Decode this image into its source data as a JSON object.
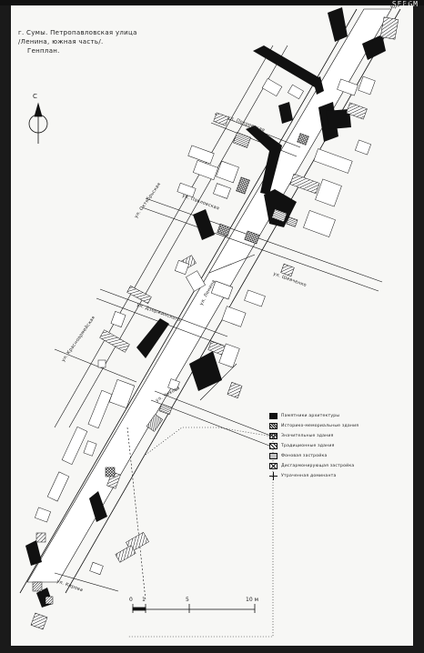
{
  "window": {
    "corner_logo": "SEEGM"
  },
  "title": {
    "line1": "г. Сумы.  Петропавловская  улица",
    "line2": "/Ленина,  южная часть/.",
    "line3": "Генплан."
  },
  "north_arrow": {
    "label": "С"
  },
  "streets": {
    "top_right": "Красная площадь",
    "pokrovskaya": "ул. Покровская",
    "pavlovskaya": "ул. Павловская",
    "oktyabrskaya": "ул. Октябрьская",
    "lenina": "ул. Ленина",
    "dzerzhinskogo": "ул. Дзержинского",
    "krasnoarm": "ул. Красноармейская",
    "horizontal_mid": "ул. Шевченко",
    "chekhova": "ул. Чехова",
    "bottom": "ул. Кирова"
  },
  "legend": {
    "items": [
      {
        "pattern": "solid",
        "label": "Памятники архитектуры"
      },
      {
        "pattern": "dense",
        "label": "Историко-мемориальные здания"
      },
      {
        "pattern": "cross",
        "label": "Значительные здания"
      },
      {
        "pattern": "diag",
        "label": "Традиционные здания"
      },
      {
        "pattern": "dots",
        "label": "Фоновая застройка"
      },
      {
        "pattern": "x",
        "label": "Дисгармонирующая застройка"
      },
      {
        "pattern": "plus",
        "label": "Утраченная доминанта"
      }
    ]
  },
  "scale": {
    "labels": [
      "0",
      "1",
      "5",
      "10 м"
    ]
  },
  "colors": {
    "ink": "#111111",
    "paper": "#f7f7f5"
  }
}
